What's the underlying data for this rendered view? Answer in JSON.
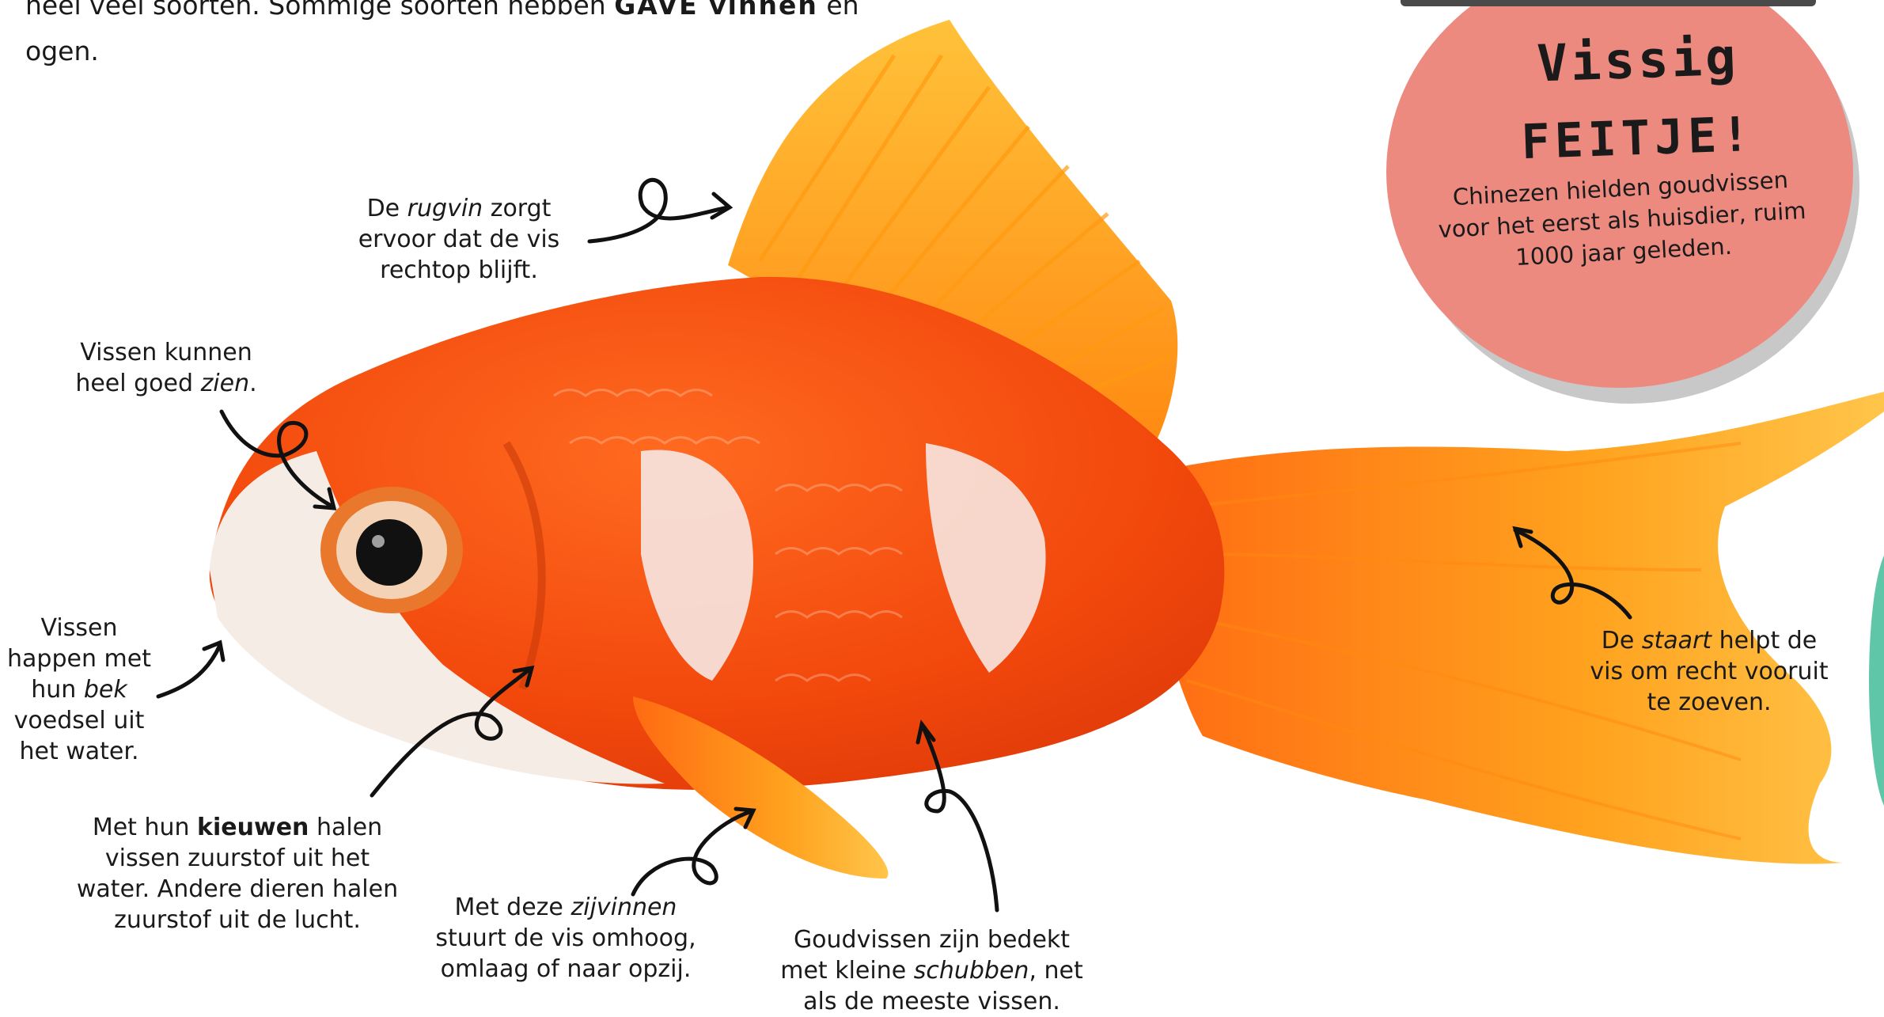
{
  "intro": {
    "line1_start": "heel veel soorten. Sommige soorten hebben ",
    "line1_bold": "GAVE vinnen",
    "line1_end": " en",
    "line2": "ogen."
  },
  "fact": {
    "title_line1": "Vissig",
    "title_line2": "FEITJE!",
    "text": "Chinezen hielden goudvissen voor het eerst als huisdier, ruim 1000 jaar geleden.",
    "background_color": "#ed8a80"
  },
  "labels": {
    "rugvin": {
      "pre": "De ",
      "italic": "rugvin",
      "post": " zorgt ervoor dat de vis rechtop blijft."
    },
    "zien": {
      "pre": "Vissen kunnen heel goed ",
      "italic": "zien",
      "post": "."
    },
    "bek": {
      "pre": "Vissen happen met hun ",
      "italic": "bek",
      "post": " voedsel uit het water."
    },
    "kieuwen": {
      "pre": "Met hun ",
      "bold": "kieuwen",
      "post": " halen vissen zuurstof uit het water. Andere dieren halen zuurstof uit de lucht."
    },
    "zijvinnen": {
      "pre": "Met deze ",
      "italic": "zijvinnen",
      "post": " stuurt de vis omhoog, omlaag of naar opzij."
    },
    "schubben": {
      "pre": "Goudvissen zijn bedekt met kleine ",
      "italic": "schubben",
      "post": ", net als de meeste vissen."
    },
    "staart": {
      "pre": "De ",
      "italic": "staart",
      "post": " helpt de vis om recht vooruit te zoeven."
    }
  },
  "colors": {
    "fish_orange": "#f25a12",
    "fin_yellow": "#ffb21e",
    "fish_white": "#f6ece6",
    "accent_green": "#5fc7a7"
  }
}
